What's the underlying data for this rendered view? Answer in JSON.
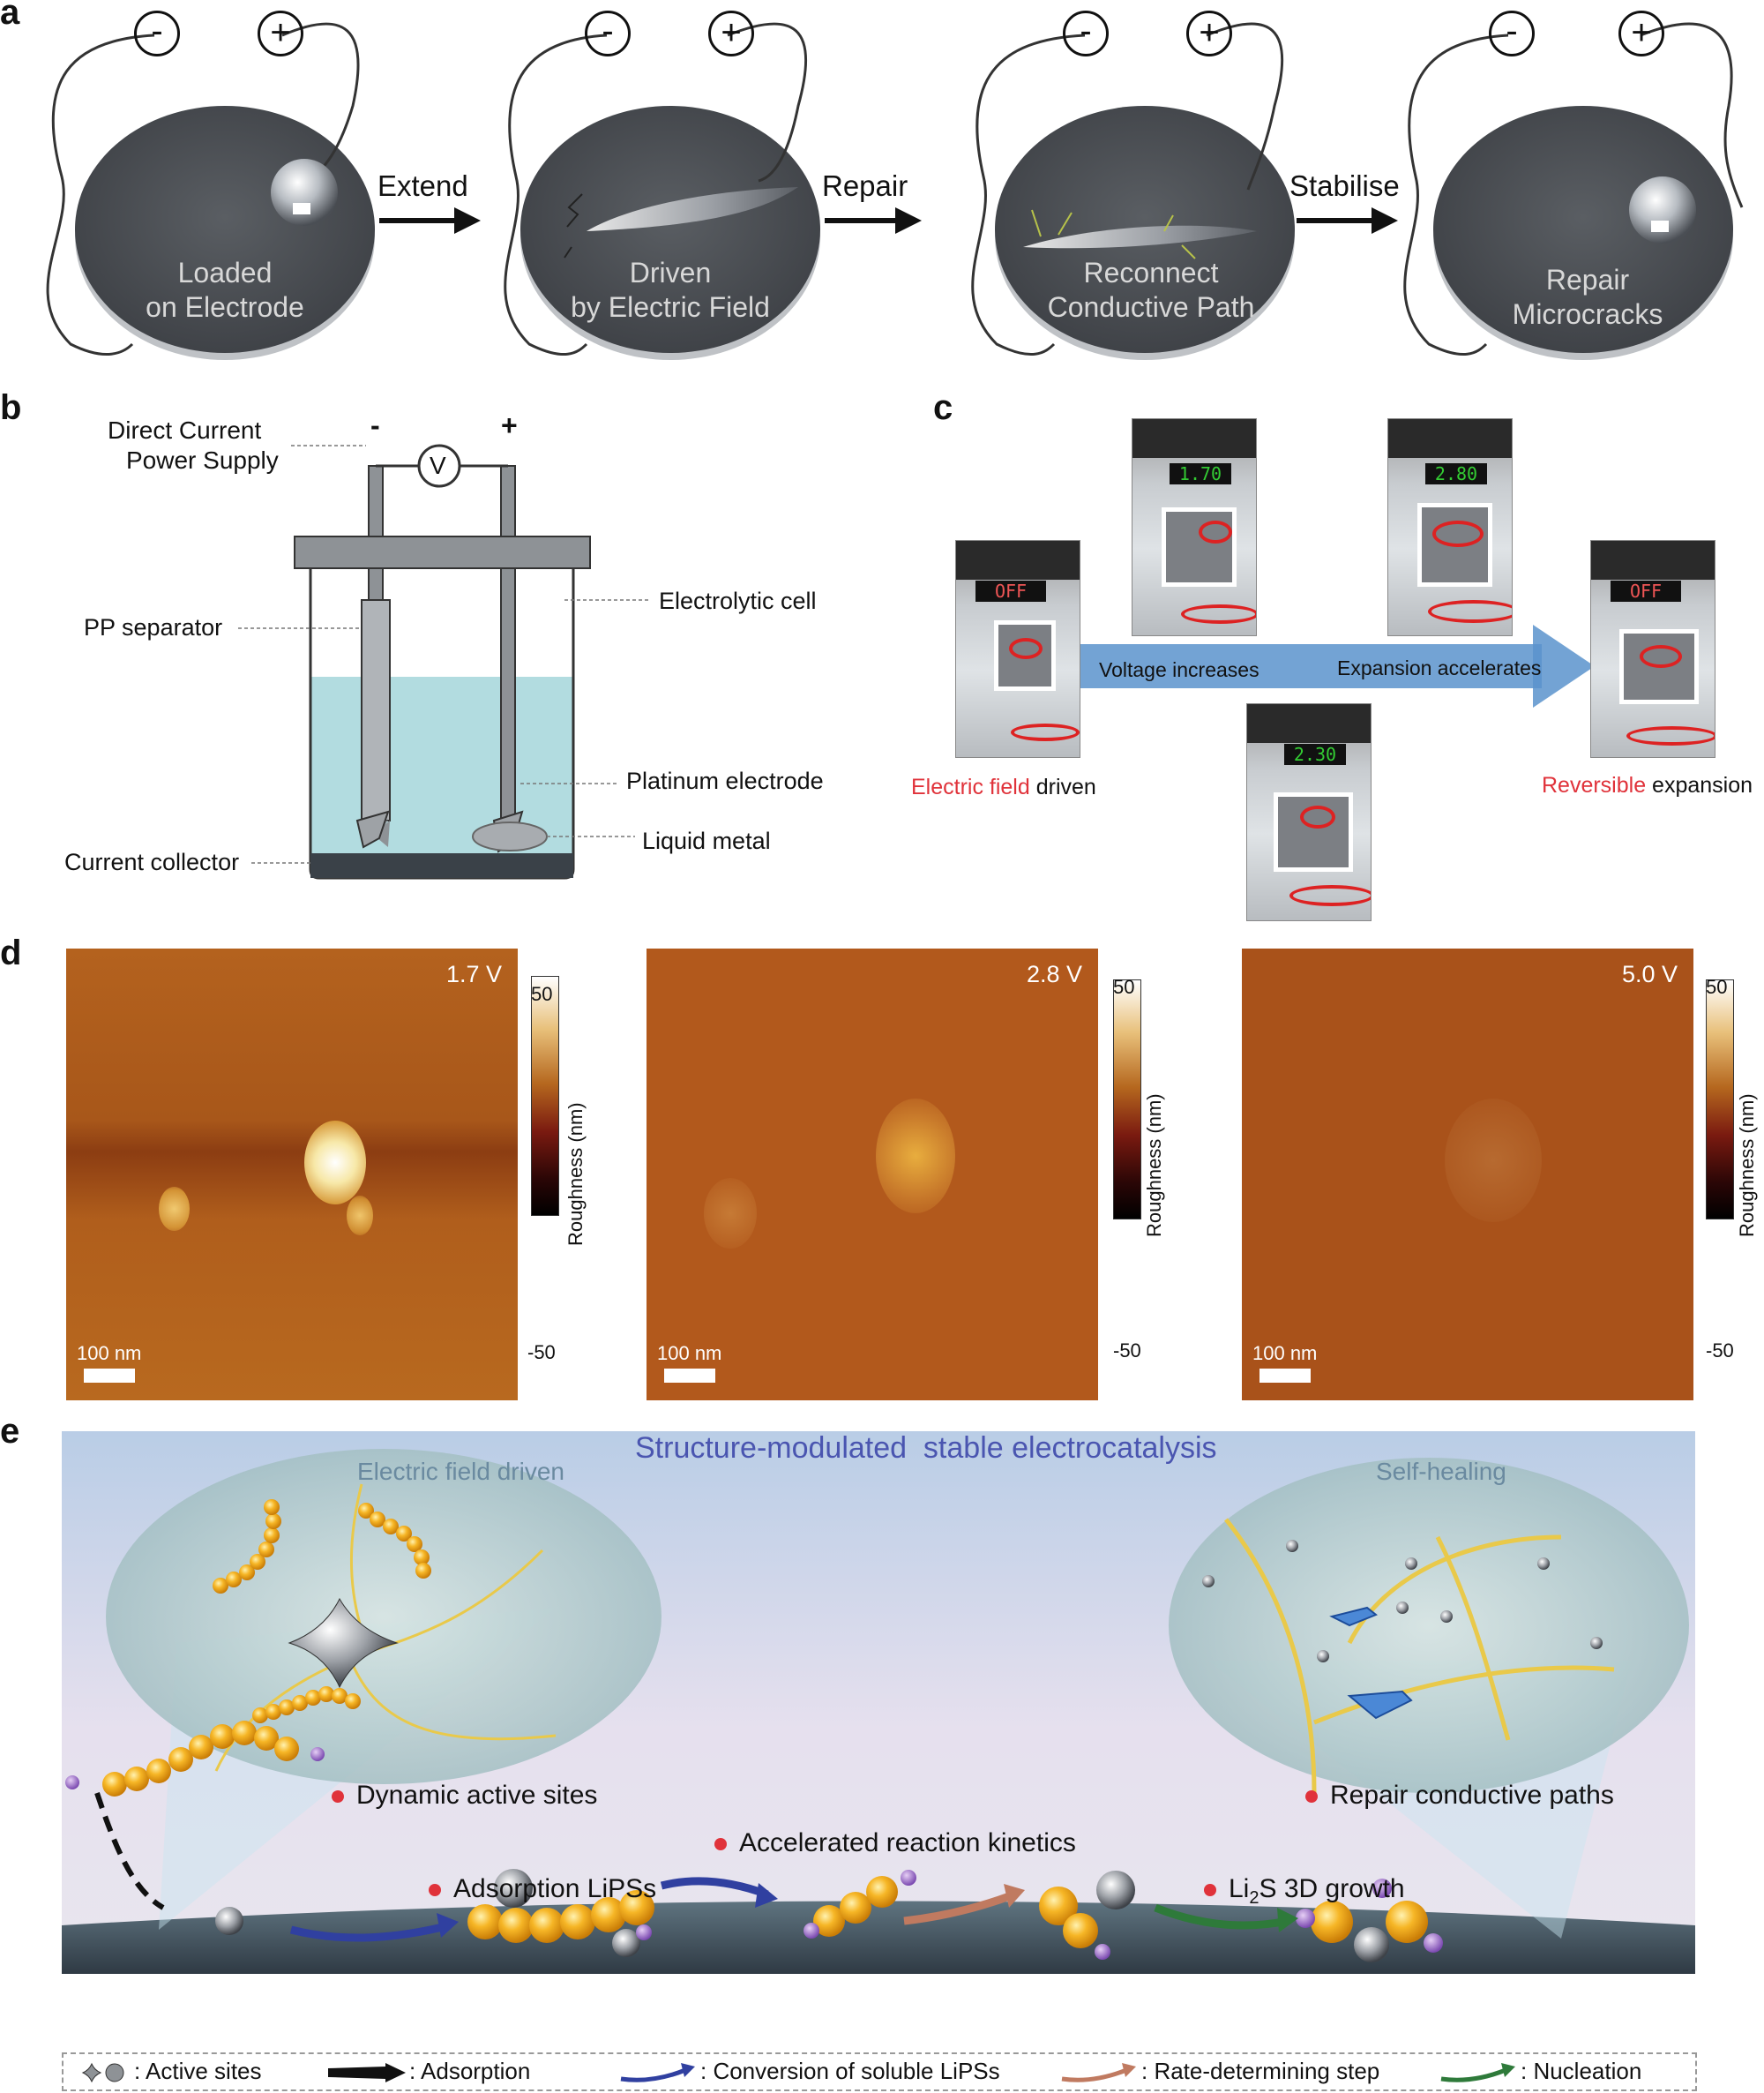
{
  "panels": {
    "a": "a",
    "b": "b",
    "c": "c",
    "d": "d",
    "e": "e"
  },
  "a": {
    "minus": "-",
    "plus": "+",
    "disks": [
      {
        "line1": "Loaded",
        "line2": "on Electrode"
      },
      {
        "line1": "Driven",
        "line2": "by Electric Field"
      },
      {
        "line1": "Reconnect",
        "line2": "Conductive Path"
      },
      {
        "line1": "Repair",
        "line2": "Microcracks"
      }
    ],
    "arrows": [
      "Extend",
      "Repair",
      "Stabilise"
    ]
  },
  "b": {
    "power_line1": "Direct Current",
    "power_line2": "Power Supply",
    "minus": "-",
    "plus": "+",
    "volt": "V",
    "pp_separator": "PP separator",
    "electrolytic_cell": "Electrolytic cell",
    "platinum_electrode": "Platinum electrode",
    "liquid_metal": "Liquid metal",
    "current_collector": "Current collector"
  },
  "c": {
    "displays": [
      "OFF",
      "1.70",
      "2.80",
      "2.30",
      "OFF"
    ],
    "voltage_increases": "Voltage increases",
    "expansion_accelerates": "Expansion accelerates",
    "left_red": "Electric field",
    "left_black": " driven",
    "right_red": "Reversible",
    "right_black": " expansion"
  },
  "d": {
    "maps": [
      {
        "voltage": "1.7 V",
        "scale": "100 nm"
      },
      {
        "voltage": "2.8 V",
        "scale": "100 nm"
      },
      {
        "voltage": "5.0 V",
        "scale": "100 nm"
      }
    ],
    "cbar_max": "50",
    "cbar_min": "-50",
    "cbar_label": "Roughness (nm)"
  },
  "e": {
    "title": "Structure-modulated  stable electrocatalysis",
    "left_bubble": "Electric field driven",
    "right_bubble": "Self-healing",
    "bullets": {
      "dynamic": "Dynamic active sites",
      "repair": "Repair conductive paths",
      "accelerated": "Accelerated reaction kinetics",
      "adsorption": "Adsorption LiPSs",
      "li2s_pre": "Li",
      "li2s_sub": "2",
      "li2s_post": "S 3D growth"
    },
    "legend": {
      "active": ": Active sites",
      "adsorption": ": Adsorption",
      "conversion": ": Conversion of soluble LiPSs",
      "rate": ": Rate-determining step",
      "nucleation": ": Nucleation"
    },
    "colors": {
      "title": "#4a55b0",
      "bubble_text": "#6a8aa0",
      "bullet": "#e0323a",
      "conversion_arrow": "#3040a0",
      "rate_arrow": "#c07a60",
      "nucleation_arrow": "#2e7a3a"
    }
  }
}
